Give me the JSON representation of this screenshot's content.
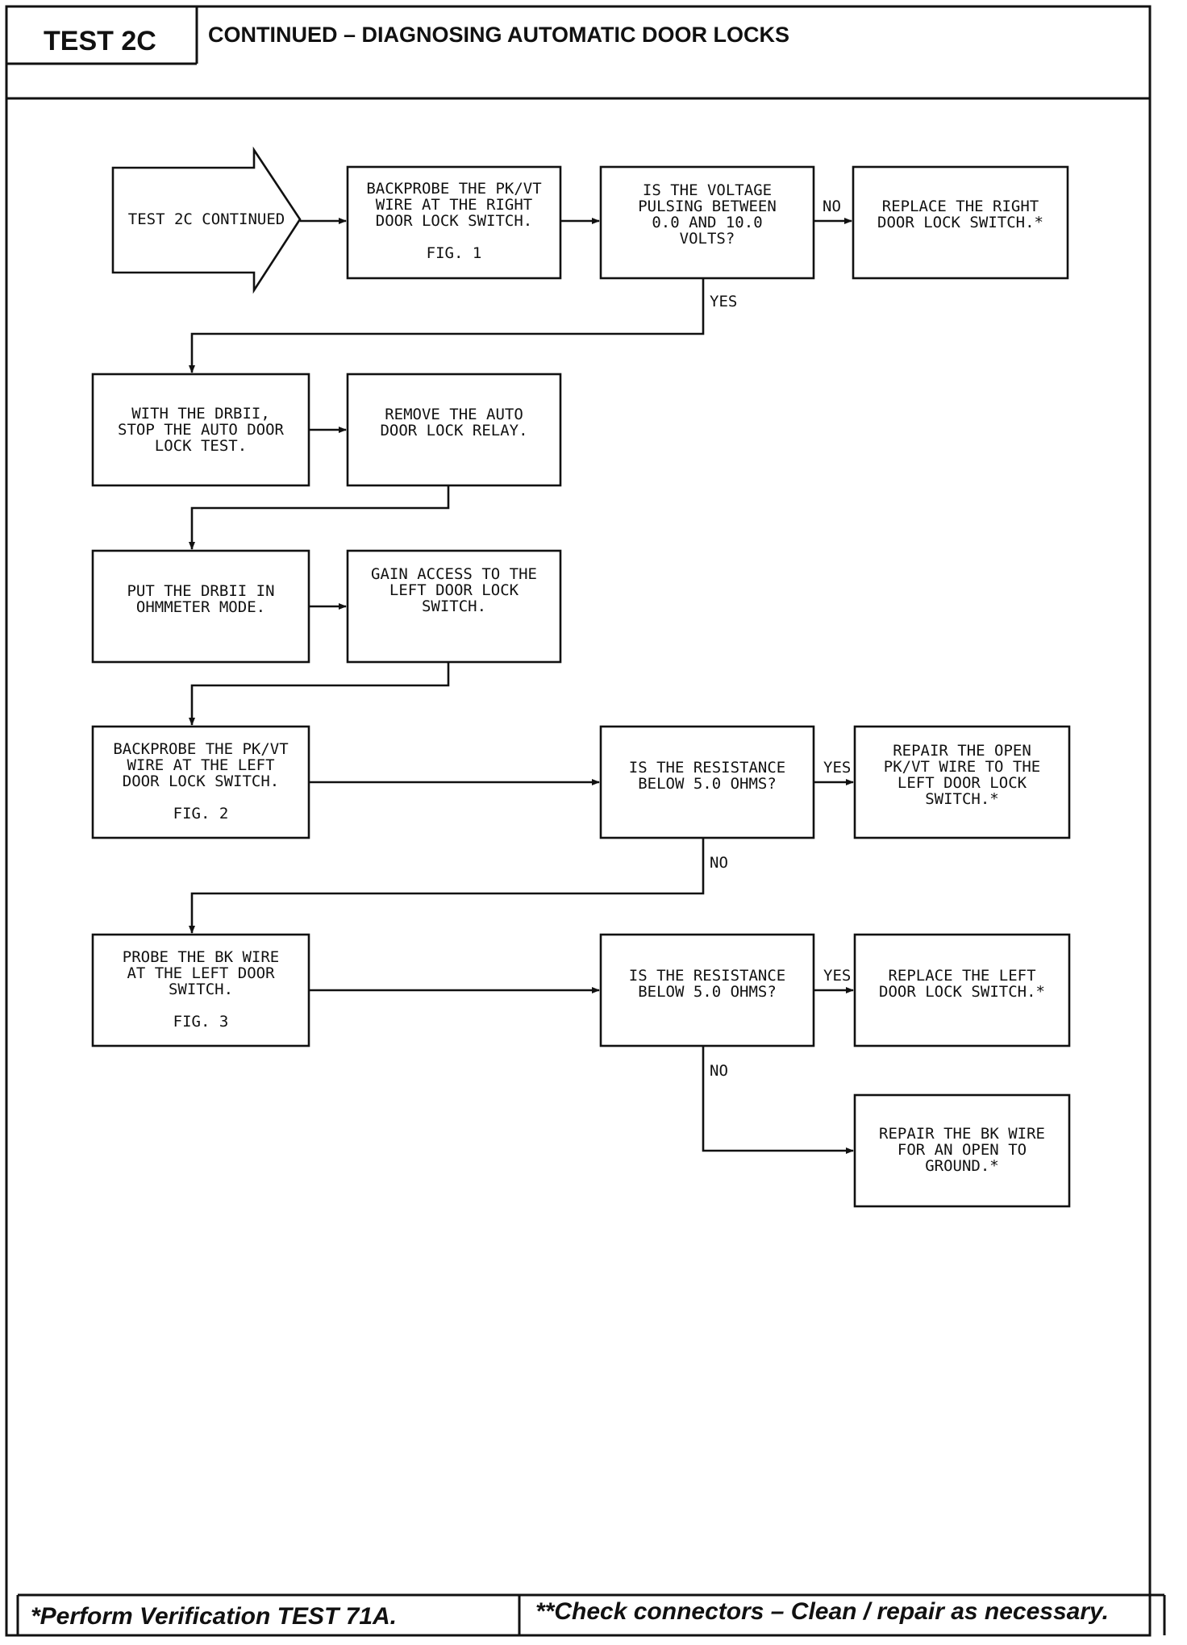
{
  "header": {
    "test_label": "TEST 2C",
    "title": "CONTINUED – DIAGNOSING AUTOMATIC DOOR LOCKS"
  },
  "flow": {
    "start": "TEST 2C CONTINUED",
    "backprobe_right": [
      "BACKPROBE THE PK/VT",
      "WIRE AT THE RIGHT",
      "DOOR LOCK SWITCH.",
      "FIG. 1"
    ],
    "voltage_question": [
      "IS THE VOLTAGE",
      "PULSING BETWEEN",
      "0.0 AND 10.0",
      "VOLTS?"
    ],
    "replace_right": [
      "REPLACE THE RIGHT",
      "DOOR LOCK SWITCH.*"
    ],
    "stop_test": [
      "WITH THE DRBII,",
      "STOP THE AUTO DOOR",
      "LOCK TEST."
    ],
    "remove_relay": [
      "REMOVE THE AUTO",
      "DOOR LOCK RELAY."
    ],
    "ohmmeter": [
      "PUT THE DRBII IN",
      "OHMMETER MODE."
    ],
    "gain_access": [
      "GAIN ACCESS TO THE",
      "LEFT DOOR LOCK",
      "SWITCH."
    ],
    "backprobe_left": [
      "BACKPROBE THE PK/VT",
      "WIRE AT THE LEFT",
      "DOOR LOCK SWITCH.",
      "FIG. 2"
    ],
    "resistance_q1": [
      "IS THE RESISTANCE",
      "BELOW 5.0 OHMS?"
    ],
    "repair_pkvt": [
      "REPAIR THE OPEN",
      "PK/VT WIRE TO THE",
      "LEFT DOOR LOCK",
      "SWITCH.*"
    ],
    "probe_bk": [
      "PROBE THE BK WIRE",
      "AT THE LEFT DOOR",
      "SWITCH.",
      "FIG. 3"
    ],
    "resistance_q2": [
      "IS THE RESISTANCE",
      "BELOW 5.0 OHMS?"
    ],
    "replace_left": [
      "REPLACE THE LEFT",
      "DOOR LOCK SWITCH.*"
    ],
    "repair_bk": [
      "REPAIR THE BK WIRE",
      "FOR AN OPEN TO",
      "GROUND.*"
    ],
    "labels": {
      "yes": "YES",
      "no": "NO"
    }
  },
  "footer": {
    "left": "*Perform Verification TEST 71A.",
    "right": "**Check connectors – Clean / repair as necessary."
  }
}
